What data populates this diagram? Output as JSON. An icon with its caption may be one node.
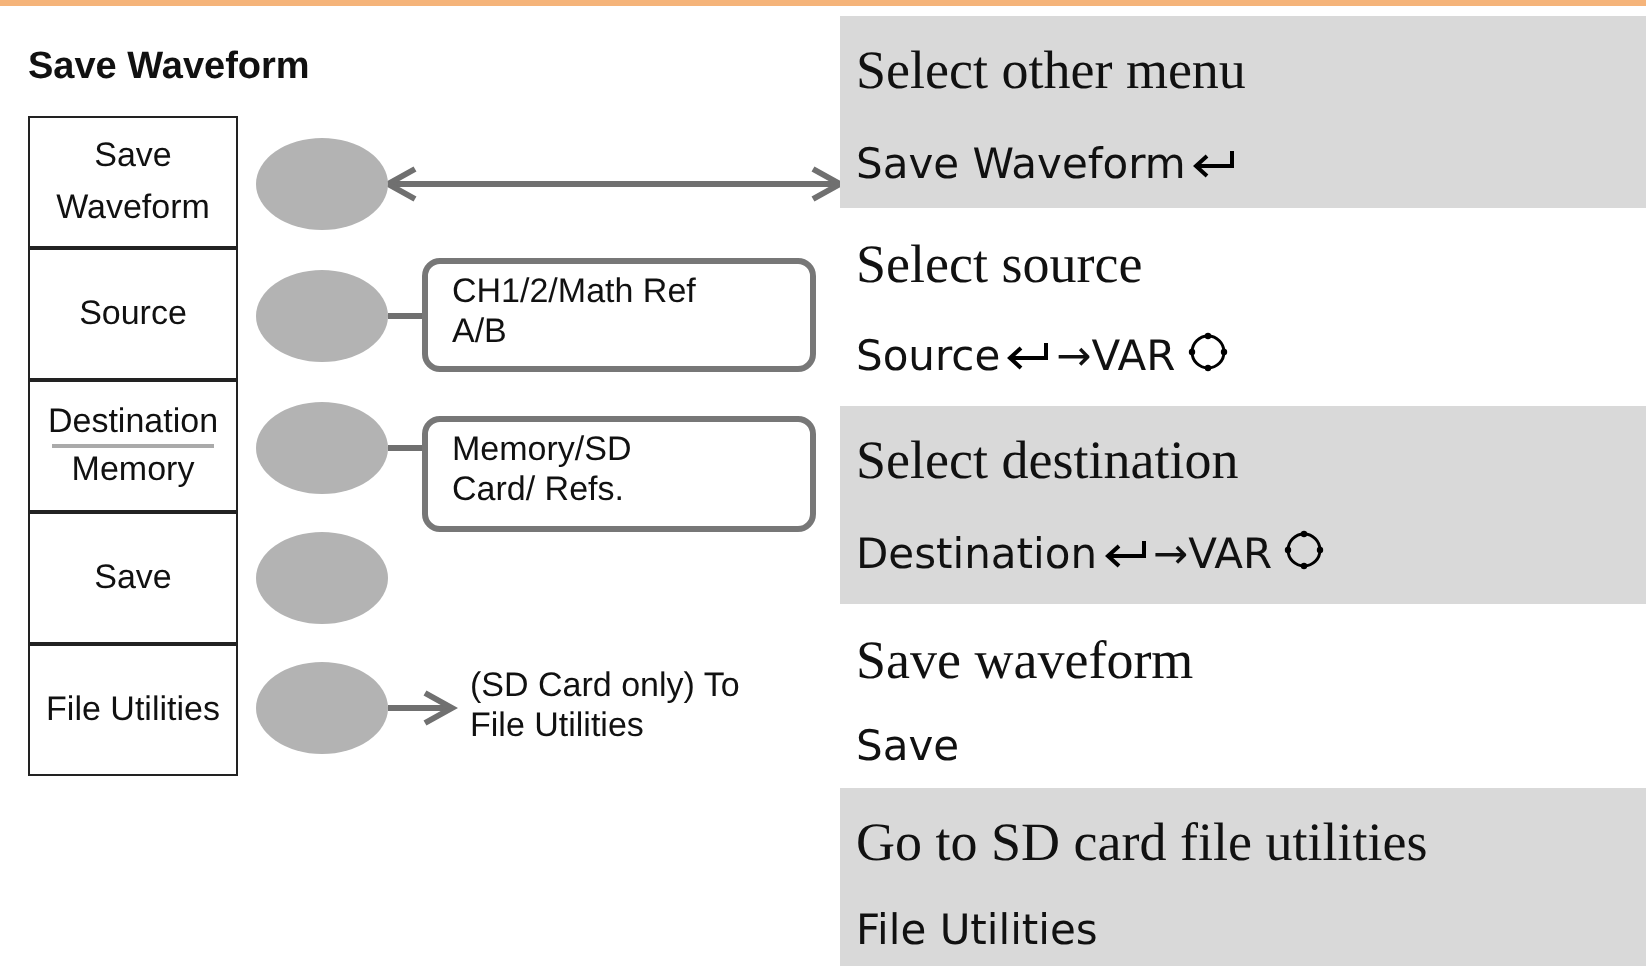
{
  "diagram": {
    "title": "Save Waveform",
    "nodes": [
      {
        "text": [
          "Save Waveform"
        ]
      },
      {
        "text": [
          "Source"
        ]
      },
      {
        "text": [
          "Destination",
          "Memory"
        ]
      },
      {
        "text": [
          "Save"
        ]
      },
      {
        "text": [
          "File Utilities"
        ]
      },
      {
        "text": [],
        "shape": "ellipse"
      },
      {
        "text": [],
        "shape": "ellipse"
      },
      {
        "text": [],
        "shape": "ellipse"
      },
      {
        "text": [],
        "shape": "ellipse"
      },
      {
        "text": [],
        "shape": "ellipse"
      },
      {
        "text": [
          "CH1/2/Math Ref A/B"
        ]
      },
      {
        "text": [
          "Memory/SD Card/ Refs."
        ]
      },
      {
        "text": [
          "(SD Card only) To File Utilities"
        ]
      },
      {
        "text": [
          "Select other menu",
          "Save Waveform"
        ]
      },
      {
        "text": [
          "Select source",
          "Source",
          "→VAR"
        ]
      },
      {
        "text": [
          "Select destination",
          "Destination",
          "→VAR"
        ]
      },
      {
        "text": [
          "Save waveform",
          "Save"
        ]
      },
      {
        "text": [
          "Go to SD card file utilities",
          "File Utilities"
        ]
      }
    ],
    "edges": [
      {
        "from": 5,
        "to": 13,
        "arrow": "both"
      },
      {
        "from": 6,
        "to": 10,
        "arrow": "none"
      },
      {
        "from": 7,
        "to": 11,
        "arrow": "none"
      },
      {
        "from": 9,
        "to": 12,
        "arrow": "to"
      }
    ]
  }
}
